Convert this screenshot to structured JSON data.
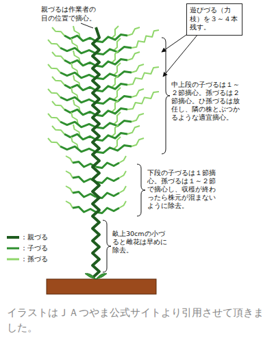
{
  "diagram": {
    "caption": "イラストはＪＡつやま公式サイトより引用させて頂きました。",
    "nodes": [
      {
        "text": [
          "遊びづる（力枝）を３～４本残す。"
        ]
      }
    ],
    "edges": [],
    "labels": [
      "親づるは作業者の目の位置で摘心。",
      "中上段の子づるは１～２節摘心。孫づるは２節摘心。ひ孫づるは放任し、隣の株とぶつかるような適宜摘心。",
      "下段の子づるは１節摘心。孫づるは１～２節で摘心し、収穫が終わったら株元が混まないように除去。",
      "畝上30cmの小づると雌花は早めに除去。"
    ],
    "legend": [
      {
        "text": "：親づる"
      },
      {
        "text": "：子づる"
      },
      {
        "text": "：孫づる"
      }
    ]
  }
}
